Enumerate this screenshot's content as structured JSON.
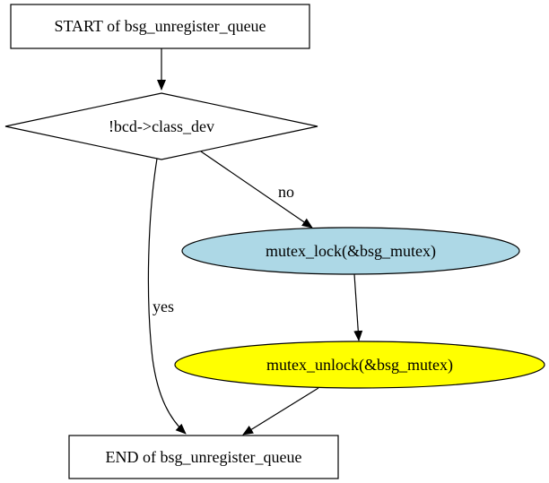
{
  "diagram": {
    "nodes": {
      "start": {
        "label": "START of bsg_unregister_queue",
        "shape": "box"
      },
      "condition": {
        "label": "!bcd->class_dev",
        "shape": "diamond"
      },
      "lock": {
        "label": "mutex_lock(&bsg_mutex)",
        "shape": "ellipse",
        "fill": "#add8e6"
      },
      "unlock": {
        "label": "mutex_unlock(&bsg_mutex)",
        "shape": "ellipse",
        "fill": "#ffff00"
      },
      "end": {
        "label": "END of bsg_unregister_queue",
        "shape": "box"
      }
    },
    "edges": [
      {
        "from": "start",
        "to": "condition",
        "label": ""
      },
      {
        "from": "condition",
        "to": "lock",
        "label": "no"
      },
      {
        "from": "condition",
        "to": "end",
        "label": "yes"
      },
      {
        "from": "lock",
        "to": "unlock",
        "label": ""
      },
      {
        "from": "unlock",
        "to": "end",
        "label": ""
      }
    ],
    "edge_labels": {
      "no": "no",
      "yes": "yes"
    },
    "colors": {
      "stroke": "#000000",
      "background": "#ffffff",
      "lock_fill": "#add8e6",
      "unlock_fill": "#ffff00"
    }
  }
}
